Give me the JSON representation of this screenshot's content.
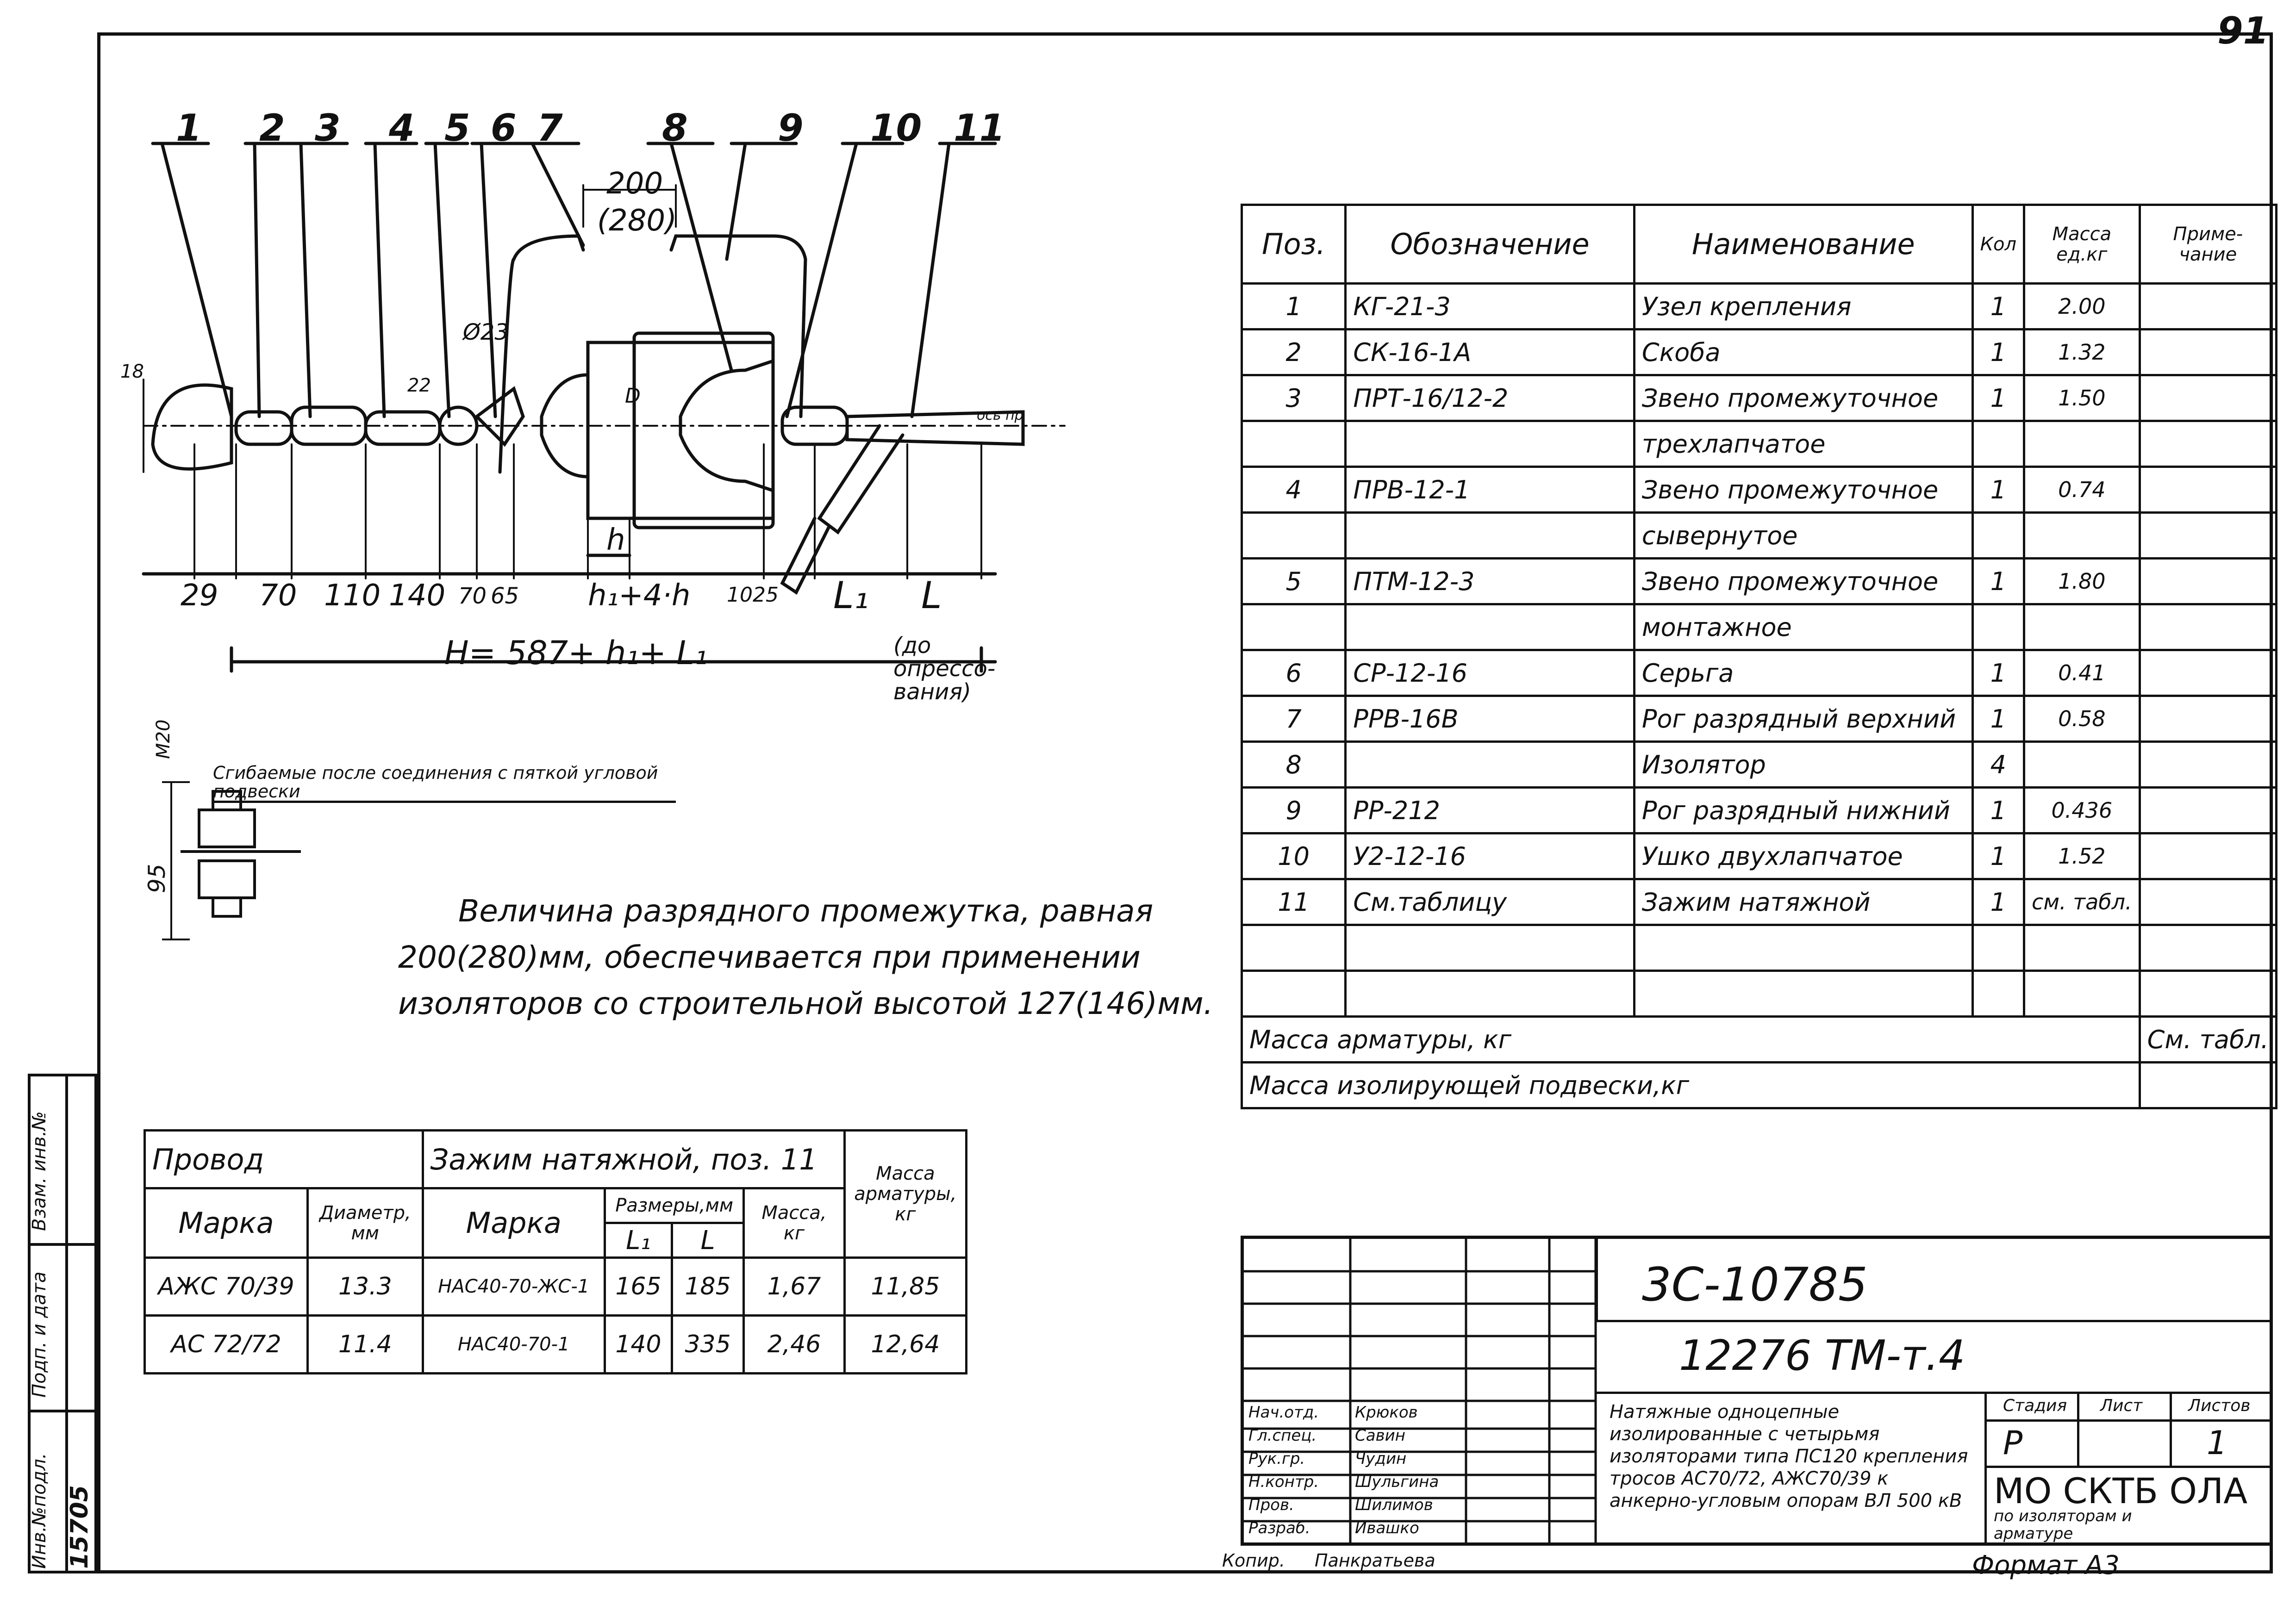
{
  "sheet_number": "91",
  "callouts": [
    "1",
    "2",
    "3",
    "4",
    "5",
    "6",
    "7",
    "8",
    "9",
    "10",
    "11"
  ],
  "gap_dims": {
    "main": "200",
    "alt": "(280)"
  },
  "small_dims": {
    "d23": "Ø23",
    "d18": "18",
    "d22": "22",
    "d": "D"
  },
  "bottom_dims": [
    "29",
    "70",
    "110",
    "140",
    "70",
    "65",
    "h₁+4·h",
    "1025",
    "L₁",
    "L"
  ],
  "h_label": "h",
  "total_formula": "H= 587+ h₁+ L₁",
  "before_press": "(до опрессо-вания)",
  "axis_arrow": "ось пр",
  "note_bend": "Сгибаемыe после соединения с пяткой угловой подвески",
  "detail_dims": {
    "m20": "М20",
    "d95": "95"
  },
  "gap_note": [
    "Величина разрядного промежутка, равная",
    "200(280)мм, обеспечивается при применении",
    "изоляторов со строительной высотой 127(146)мм."
  ],
  "spec": {
    "headers": [
      "Поз.",
      "Обозначение",
      "Наименование",
      "Кол",
      "Масса ед.кг",
      "Приме-чание"
    ],
    "rows": [
      [
        "1",
        "КГ-21-3",
        "Узел крепления",
        "1",
        "2.00",
        ""
      ],
      [
        "2",
        "СК-16-1А",
        "Скоба",
        "1",
        "1.32",
        ""
      ],
      [
        "3",
        "ПРТ-16/12-2",
        "Звено промежуточное",
        "1",
        "1.50",
        ""
      ],
      [
        "",
        "",
        "трехлапчатое",
        "",
        "",
        ""
      ],
      [
        "4",
        "ПРВ-12-1",
        "Звено промежуточное",
        "1",
        "0.74",
        ""
      ],
      [
        "",
        "",
        "сывернутое",
        "",
        "",
        ""
      ],
      [
        "5",
        "ПТМ-12-3",
        "Звено промежуточное",
        "1",
        "1.80",
        ""
      ],
      [
        "",
        "",
        "монтажное",
        "",
        "",
        ""
      ],
      [
        "6",
        "СР-12-16",
        "Серьга",
        "1",
        "0.41",
        ""
      ],
      [
        "7",
        "РРВ-16В",
        "Рог разрядный верхний",
        "1",
        "0.58",
        ""
      ],
      [
        "8",
        "",
        "Изолятор",
        "4",
        "",
        ""
      ],
      [
        "9",
        "РР-212",
        "Рог разрядный нижний",
        "1",
        "0.436",
        ""
      ],
      [
        "10",
        "У2-12-16",
        "Ушко двухлапчатое",
        "1",
        "1.52",
        ""
      ],
      [
        "11",
        "См.таблицу",
        "Зажим натяжной",
        "1",
        "см. табл.",
        ""
      ],
      [
        "",
        "",
        "",
        "",
        "",
        ""
      ],
      [
        "",
        "",
        "",
        "",
        "",
        ""
      ]
    ],
    "mass_fittings": "Масса арматуры, кг",
    "mass_fittings_value": "См. табл.",
    "mass_suspension": "Масса изолирующей подвески,кг"
  },
  "wire": {
    "h_wire": "Провод",
    "h_clamp": "Зажим натяжной, поз. 11",
    "h_mass": "Масса арматуры, кг",
    "h_mark": "Марка",
    "h_diam": "Диаметр, мм",
    "h_clamp_mark": "Марка",
    "h_sizes": "Размеры,мм",
    "h_l1": "L₁",
    "h_l": "L",
    "h_cmass": "Масса, кг",
    "rows": [
      [
        "АЖС 70/39",
        "13.3",
        "НАС40-70-ЖС-1",
        "165",
        "185",
        "1,67",
        "11,85"
      ],
      [
        "АС 72/72",
        "11.4",
        "НАС40-70-1",
        "140",
        "335",
        "2,46",
        "12,64"
      ]
    ]
  },
  "side_stamp": [
    "Инв.№подл.",
    "Подп. и дата",
    "Взам. инв.№"
  ],
  "side_number": "15705",
  "stamp": {
    "code1": "3С-10785",
    "code2": "12276 ТМ-т.4",
    "title": "Натяжные одноцепные изолированные с четырьмя изоляторами типа ПС120 крепления тросов АС70/72, АЖС70/39 к анкерно-угловым опорам ВЛ 500 кВ",
    "roles": [
      "Нач.отд.",
      "Гл.спец.",
      "Рук.гр.",
      "Н.контр.",
      "Пров.",
      "Разраб."
    ],
    "names": [
      "Крюков",
      "Савин",
      "Чудин",
      "Шульгина",
      "Шилимов",
      "Ивашко"
    ],
    "stage_h": "Стадия",
    "sheet_h": "Лист",
    "sheets_h": "Листов",
    "stage": "Р",
    "sheet": "",
    "sheets": "1",
    "org": "МО СКТБ ОЛА",
    "org_sub": "по изоляторам и арматуре",
    "copied": "Копир.",
    "copier": "Панкратьева",
    "format": "Формат А3"
  }
}
